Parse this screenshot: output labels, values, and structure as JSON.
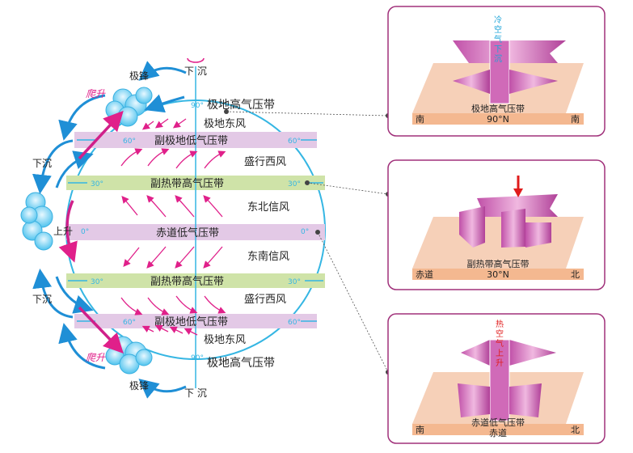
{
  "globe": {
    "polar_high": "极地高气压带",
    "polar_east": "极地东风",
    "subpolar_low": "副极地低气压带",
    "westerlies": "盛行西风",
    "subtropical_high": "副热带高气压带",
    "ne_trades": "东北信风",
    "equatorial_low": "赤道低气压带",
    "se_trades": "东南信风",
    "lat_90": "90°",
    "lat_60": "60°",
    "lat_30": "30°",
    "lat_0": "0°"
  },
  "side": {
    "polar_front": "极锋",
    "climb": "爬升",
    "sink": "下沉",
    "sink_spaced": "下 沉",
    "rise": "上升"
  },
  "panels": [
    {
      "vertical_label_chars": [
        "冷",
        "空",
        "气",
        "下",
        "沉"
      ],
      "belt": "极地高气压带",
      "left": "南",
      "center": "90°N",
      "right": "南"
    },
    {
      "belt": "副热带高气压带",
      "left": "赤道",
      "center": "30°N",
      "right": "北"
    },
    {
      "vertical_label_chars": [
        "热",
        "空",
        "气",
        "上",
        "升"
      ],
      "belt": "赤道低气压带",
      "left": "南",
      "center": "赤道",
      "right": "北"
    }
  ],
  "colors": {
    "globe_outline": "#35b6e3",
    "belt_purple": "#e3c9e6",
    "belt_green": "#cfe3a8",
    "wind_arrow": "#e0208a",
    "panel_border": "#a0307a",
    "ground": "#f6d0b8"
  }
}
